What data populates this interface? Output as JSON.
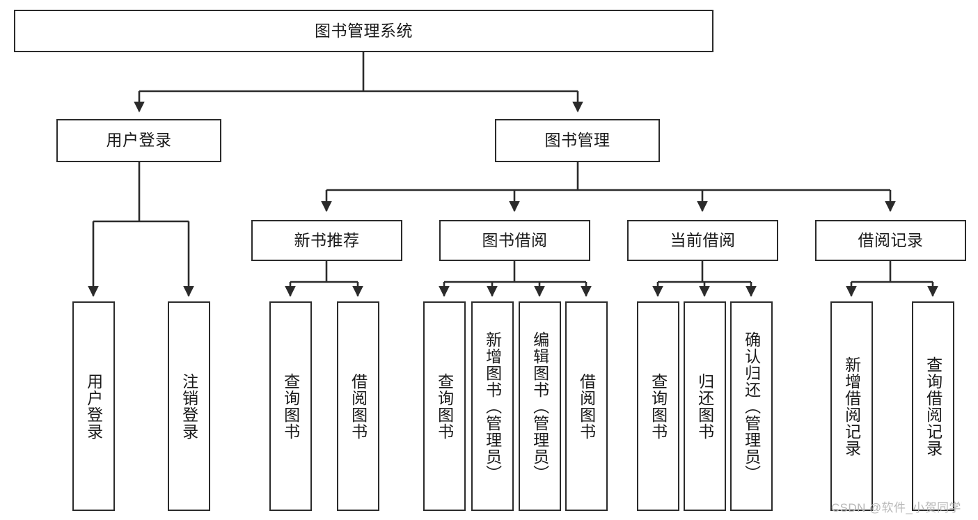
{
  "diagram": {
    "type": "tree",
    "title": "图书管理系统",
    "root": {
      "id": "root",
      "label": "图书管理系统"
    },
    "level2": [
      {
        "id": "user-login",
        "label": "用户登录"
      },
      {
        "id": "book-manage",
        "label": "图书管理"
      }
    ],
    "level3": [
      {
        "id": "new-book-rec",
        "label": "新书推荐",
        "parent": "book-manage"
      },
      {
        "id": "book-borrow",
        "label": "图书借阅",
        "parent": "book-manage"
      },
      {
        "id": "current-borrow",
        "label": "当前借阅",
        "parent": "book-manage"
      },
      {
        "id": "borrow-record",
        "label": "借阅记录",
        "parent": "book-manage"
      }
    ],
    "leaves": [
      {
        "id": "leaf-user-login",
        "label": "用户登录",
        "parent": "user-login"
      },
      {
        "id": "leaf-logout",
        "label": "注销登录",
        "parent": "user-login"
      },
      {
        "id": "leaf-query-book-1",
        "label": "查询图书",
        "parent": "new-book-rec"
      },
      {
        "id": "leaf-borrow-book-1",
        "label": "借阅图书",
        "parent": "new-book-rec"
      },
      {
        "id": "leaf-query-book-2",
        "label": "查询图书",
        "parent": "book-borrow"
      },
      {
        "id": "leaf-add-book",
        "label": "新增图书（管理员）",
        "parent": "book-borrow"
      },
      {
        "id": "leaf-edit-book",
        "label": "编辑图书（管理员）",
        "parent": "book-borrow"
      },
      {
        "id": "leaf-borrow-book-2",
        "label": "借阅图书",
        "parent": "book-borrow"
      },
      {
        "id": "leaf-query-book-3",
        "label": "查询图书",
        "parent": "current-borrow"
      },
      {
        "id": "leaf-return-book",
        "label": "归还图书",
        "parent": "current-borrow"
      },
      {
        "id": "leaf-confirm-return",
        "label": "确认归还（管理员）",
        "parent": "current-borrow"
      },
      {
        "id": "leaf-add-record",
        "label": "新增借阅记录",
        "parent": "borrow-record"
      },
      {
        "id": "leaf-query-record",
        "label": "查询借阅记录",
        "parent": "borrow-record"
      }
    ],
    "colors": {
      "box_border": "#2b2b2b",
      "box_fill": "#ffffff",
      "line": "#2b2b2b",
      "text": "#1a1a1a",
      "watermark": "#b8b8b8",
      "background": "#ffffff"
    }
  },
  "watermark": {
    "text": "CSDN @软件_小贺同学"
  }
}
